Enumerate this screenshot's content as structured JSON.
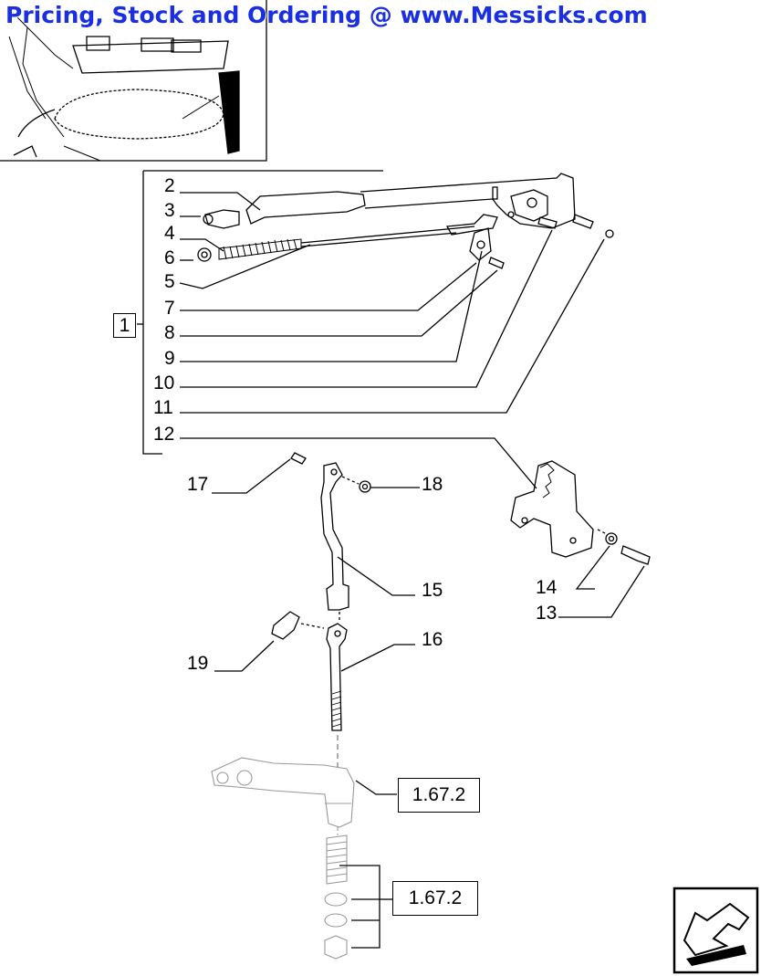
{
  "banner": {
    "text": "Pricing, Stock and Ordering @ www.Messicks.com",
    "color": "#1a2fe0"
  },
  "callouts": {
    "group": "1",
    "n2": "2",
    "n3": "3",
    "n4": "4",
    "n6": "6",
    "n5": "5",
    "n7": "7",
    "n8": "8",
    "n9": "9",
    "n10": "10",
    "n11": "11",
    "n12": "12",
    "n17": "17",
    "n18": "18",
    "n15": "15",
    "n16": "16",
    "n19": "19",
    "n14": "14",
    "n13": "13"
  },
  "references": {
    "ref_a": "1.67.2",
    "ref_b": "1.67.2"
  },
  "icons": {
    "nav": "back-arrow-icon",
    "inset": "tractor-cab-inset"
  }
}
